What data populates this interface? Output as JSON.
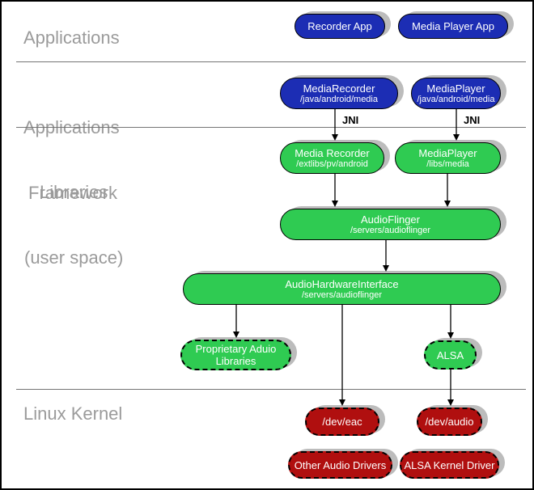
{
  "layers": {
    "applications": {
      "label": "Applications"
    },
    "applications_framework": {
      "line1": "Applications",
      "line2": "Framework"
    },
    "libraries": {
      "line1": "Libraries",
      "line2": "(user space)"
    },
    "linux_kernel": {
      "label": "Linux Kernel"
    }
  },
  "nodes": {
    "recorder_app": {
      "label": "Recorder App"
    },
    "media_player_app": {
      "label": "Media Player App"
    },
    "media_recorder_framework": {
      "label": "MediaRecorder",
      "path": "/java/android/media"
    },
    "media_player_framework": {
      "label": "MediaPlayer",
      "path": "/java/android/media"
    },
    "media_recorder_lib": {
      "label": "Media Recorder",
      "path": "/extlibs/pv/android"
    },
    "media_player_lib": {
      "label": "MediaPlayer",
      "path": "/libs/media"
    },
    "audio_flinger": {
      "label": "AudioFlinger",
      "path": "/servers/audioflinger"
    },
    "audio_hardware_interface": {
      "label": "AudioHardwareInterface",
      "path": "/servers/audioflinger"
    },
    "proprietary_audio_libraries": {
      "line1": "Proprietary Aduio",
      "line2": "Libraries"
    },
    "alsa": {
      "label": "ALSA"
    },
    "dev_eac": {
      "label": "/dev/eac"
    },
    "dev_audio": {
      "label": "/dev/audio"
    },
    "other_audio_drivers": {
      "label": "Other Audio Drivers"
    },
    "alsa_kernel_driver": {
      "label": "ALSA Kernel Driver"
    }
  },
  "annotations": {
    "jni_recorder": "JNI",
    "jni_player": "JNI"
  },
  "colors": {
    "app_blue": "#1c2db4",
    "lib_green": "#2fcb52",
    "kernel_red": "#b00f0f",
    "shadow_gray": "#bcbcbc",
    "label_gray": "#9b9b9b",
    "separator_gray": "#757575"
  }
}
